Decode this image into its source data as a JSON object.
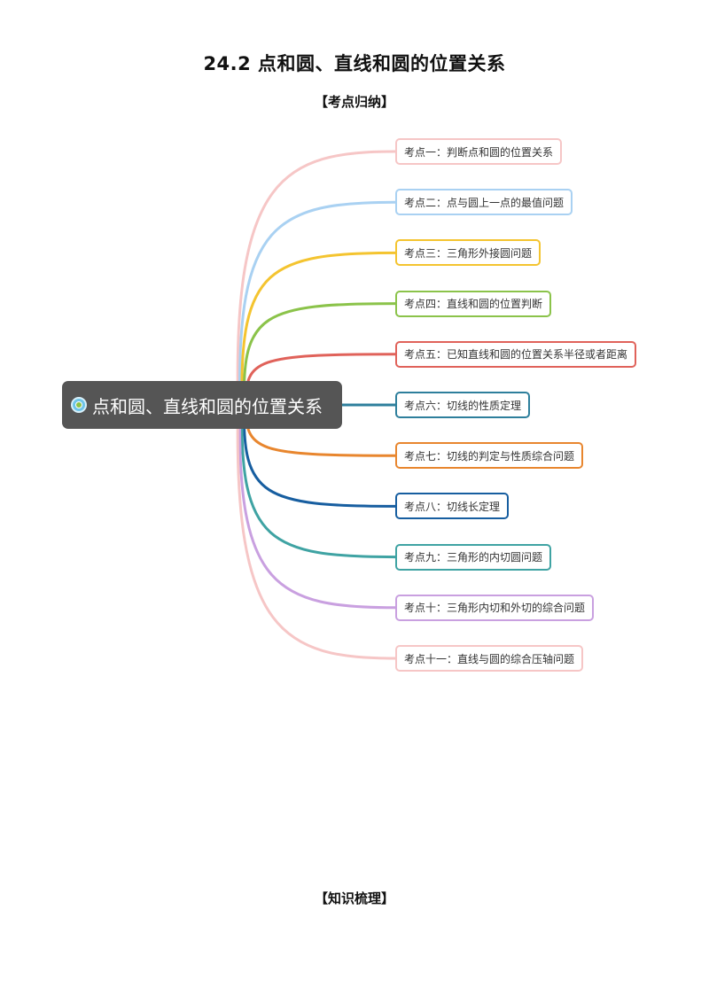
{
  "title": "24.2  点和圆、直线和圆的位置关系",
  "sections": {
    "summary": "【考点归纳】",
    "review": "【知识梳理】"
  },
  "mindmap": {
    "root": {
      "label": "点和圆、直线和圆的位置关系",
      "icon": "target-icon"
    },
    "nodes": [
      {
        "label": "考点一：判断点和圆的位置关系",
        "color": "#f6c6c6"
      },
      {
        "label": "考点二：点与圆上一点的最值问题",
        "color": "#a9d1f2"
      },
      {
        "label": "考点三：三角形外接圆问题",
        "color": "#f4c430"
      },
      {
        "label": "考点四：直线和圆的位置判断",
        "color": "#8bc34a"
      },
      {
        "label": "考点五：已知直线和圆的位置关系半径或者距离",
        "color": "#e0625a"
      },
      {
        "label": "考点六：切线的性质定理",
        "color": "#2e7f9c"
      },
      {
        "label": "考点七：切线的判定与性质综合问题",
        "color": "#e8862e"
      },
      {
        "label": "考点八：切线长定理",
        "color": "#175ea0"
      },
      {
        "label": "考点九：三角形的内切圆问题",
        "color": "#3fa3a3"
      },
      {
        "label": "考点十：三角形内切和外切的综合问题",
        "color": "#c9a0e0"
      },
      {
        "label": "考点十一：直线与圆的综合压轴问题",
        "color": "#f6c6c6"
      }
    ]
  }
}
